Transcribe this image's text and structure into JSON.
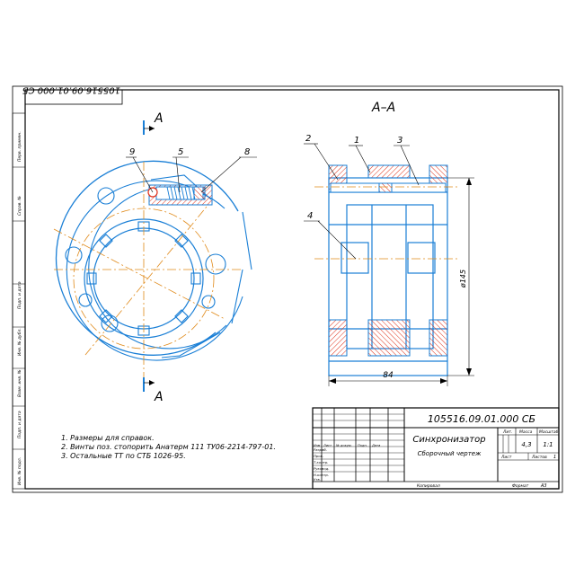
{
  "drawing": {
    "number": "105516.09.01.000 СБ",
    "number_mirrored": "105516.09.01.000 СБ",
    "title": "Синхронизатор",
    "subtitle": "Сборочный чертеж",
    "section_label": "А–А",
    "cut_letter_top": "А",
    "cut_letter_bottom": "А"
  },
  "callouts": [
    "9",
    "5",
    "8",
    "2",
    "1",
    "3",
    "4"
  ],
  "dimensions": {
    "diameter": "ø145",
    "width": "84"
  },
  "notes": [
    "1. Размеры для справок.",
    "2. Винты поз. стопорить Анатерм 111 ТУ06-2214-797-01.",
    "3. Остальные ТТ по СТБ 1026-95."
  ],
  "title_block": {
    "col_headers": [
      "Изм",
      "Лист",
      "№ докум.",
      "Подп.",
      "Дата"
    ],
    "roles": [
      "Разраб.",
      "Пров.",
      "Т.контр.",
      "Руковод.",
      "Н.контр.",
      "Утв."
    ],
    "lit_label": "Лит.",
    "mass_label": "Масса",
    "scale_label": "Масштаб",
    "mass": "4,3",
    "scale": "1:1",
    "sheet_label": "Лист",
    "sheets_label": "Листов",
    "sheets": "1",
    "copied": "Копировал",
    "format_label": "Формат",
    "format": "А3"
  },
  "side_stamp": [
    "Перв. примен.",
    "Справ. №",
    "Подп. и дата",
    "Инв. № дубл.",
    "Взам. инв. №",
    "Подп. и дата",
    "Инв. № подл."
  ],
  "colors": {
    "line": "#1a7fd6",
    "axis": "#e08a1a",
    "hatch": "#e0301a",
    "frame": "#000000"
  }
}
